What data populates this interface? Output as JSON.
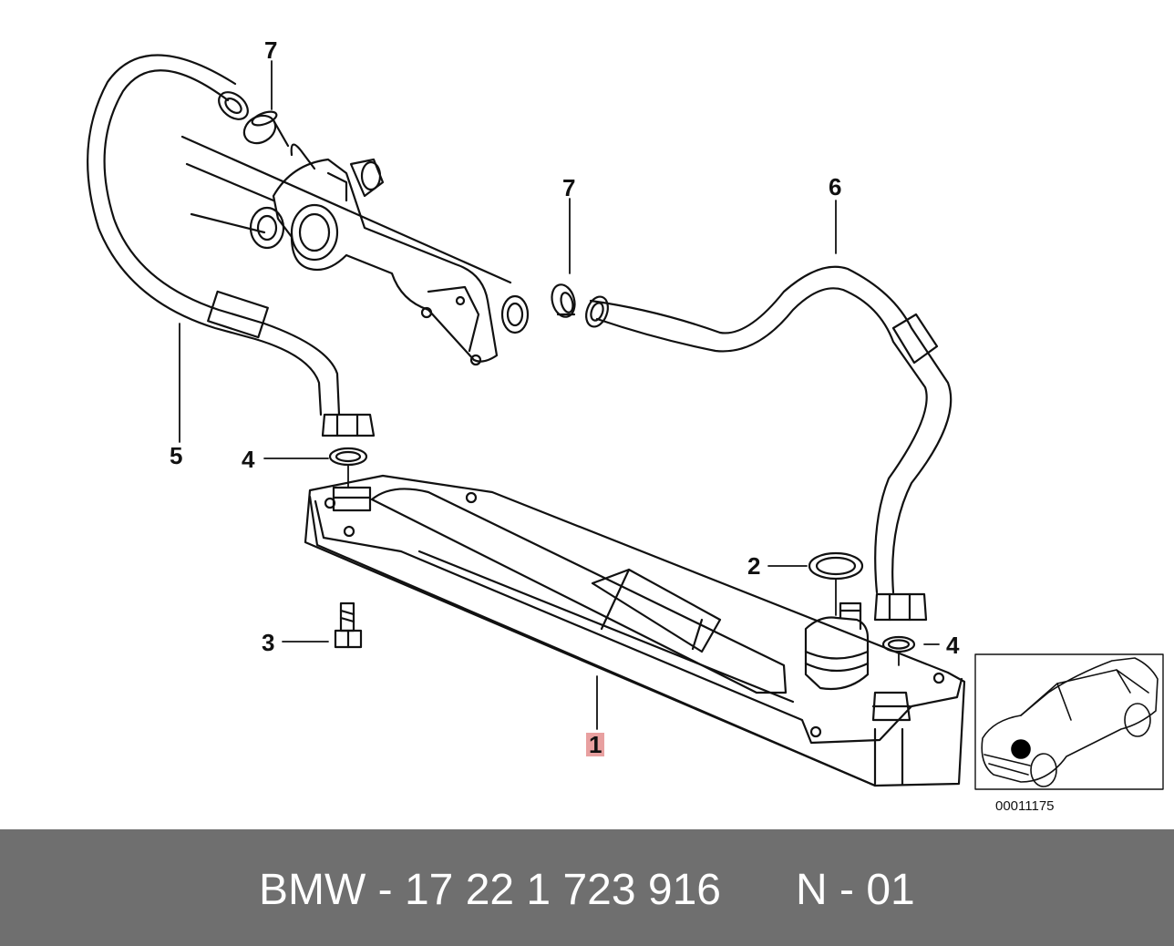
{
  "callouts": {
    "c1": "1",
    "c2": "2",
    "c3": "3",
    "c4a": "4",
    "c4b": "4",
    "c5": "5",
    "c6": "6",
    "c7a": "7",
    "c7b": "7"
  },
  "reference_number": "00011175",
  "footer": {
    "part_number": "BMW - 17 22 1 723 916",
    "code": "N - 01"
  },
  "colors": {
    "footer_bg": "#6f6f6f",
    "highlight": "#e8a0a0",
    "line": "#111111"
  }
}
